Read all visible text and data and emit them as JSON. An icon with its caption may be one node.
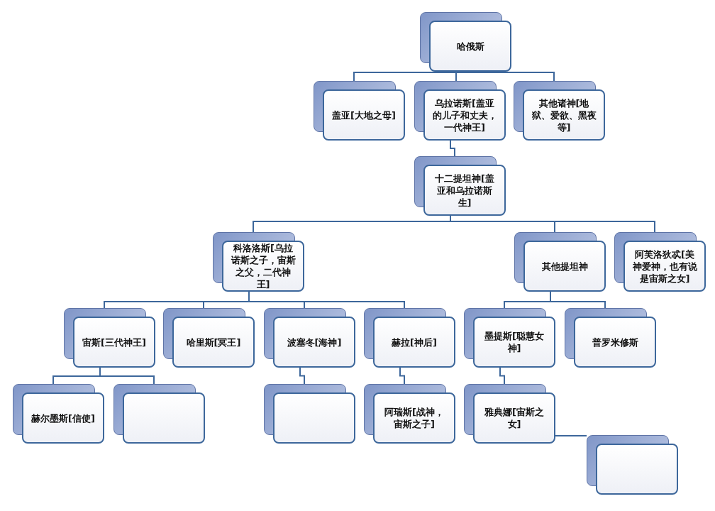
{
  "diagram": {
    "nodes": [
      {
        "text": [
          "哈俄斯"
        ]
      },
      {
        "text": [
          "盖亚[大地之母]"
        ]
      },
      {
        "text": [
          "乌拉诺斯[盖亚的儿子和丈夫，一代神王]"
        ]
      },
      {
        "text": [
          "其他诸神[地狱、爱欲、黑夜等]"
        ]
      },
      {
        "text": [
          "十二提坦神[盖亚和乌拉诺斯生]"
        ]
      },
      {
        "text": [
          "科洛洛斯[乌拉诺斯之子，宙斯之父，二代神王]"
        ]
      },
      {
        "text": [
          "其他提坦神"
        ]
      },
      {
        "text": [
          "阿芙洛狄忒[美神爱神，也有说是宙斯之女]"
        ]
      },
      {
        "text": [
          "宙斯[三代神王]"
        ]
      },
      {
        "text": [
          "哈里斯[冥王]"
        ]
      },
      {
        "text": [
          "波塞冬[海神]"
        ]
      },
      {
        "text": [
          "赫拉[神后]"
        ]
      },
      {
        "text": [
          "墨提斯[聪慧女神]"
        ]
      },
      {
        "text": [
          "普罗米修斯"
        ]
      },
      {
        "text": [
          "赫尔墨斯[信使]"
        ]
      },
      {
        "text": [],
        "shape": "box"
      },
      {
        "text": [],
        "shape": "box"
      },
      {
        "text": [
          "阿瑞斯[战神，宙斯之子]"
        ]
      },
      {
        "text": [
          "雅典娜[宙斯之女]"
        ]
      },
      {
        "text": [],
        "shape": "box"
      }
    ],
    "edges": [
      {
        "from": 0,
        "to": 1,
        "arrow": "none"
      },
      {
        "from": 0,
        "to": 2,
        "arrow": "none"
      },
      {
        "from": 0,
        "to": 3,
        "arrow": "none"
      },
      {
        "from": 2,
        "to": 4,
        "arrow": "none"
      },
      {
        "from": 4,
        "to": 5,
        "arrow": "none"
      },
      {
        "from": 4,
        "to": 6,
        "arrow": "none"
      },
      {
        "from": 4,
        "to": 7,
        "arrow": "none"
      },
      {
        "from": 5,
        "to": 8,
        "arrow": "none"
      },
      {
        "from": 5,
        "to": 9,
        "arrow": "none"
      },
      {
        "from": 5,
        "to": 10,
        "arrow": "none"
      },
      {
        "from": 5,
        "to": 11,
        "arrow": "none"
      },
      {
        "from": 6,
        "to": 12,
        "arrow": "none"
      },
      {
        "from": 6,
        "to": 13,
        "arrow": "none"
      },
      {
        "from": 8,
        "to": 14,
        "arrow": "none"
      },
      {
        "from": 8,
        "to": 15,
        "arrow": "none"
      },
      {
        "from": 10,
        "to": 16,
        "arrow": "none"
      },
      {
        "from": 11,
        "to": 17,
        "arrow": "none"
      },
      {
        "from": 12,
        "to": 18,
        "arrow": "none"
      },
      {
        "from": 18,
        "to": 19,
        "arrow": "none"
      }
    ]
  }
}
